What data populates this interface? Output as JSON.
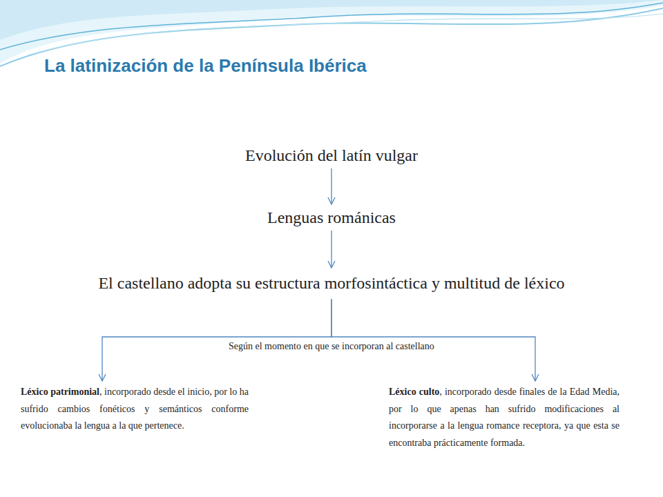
{
  "diagram": {
    "title": "La latinización de la Península Ibérica",
    "nodes": [
      {
        "text": [
          "Evolución del latín vulgar"
        ]
      },
      {
        "text": [
          "Lenguas románicas"
        ]
      },
      {
        "text": [
          "El castellano adopta su estructura morfosintáctica y multitud de léxico"
        ]
      },
      {
        "text": [
          "Léxico patrimonial",
          ", incorporado desde el inicio, por lo ha sufrido cambios fonéticos y semánticos conforme evolucionaba la lengua a la que pertenece."
        ]
      },
      {
        "text": [
          "Léxico culto",
          ", incorporado desde finales de la Edad Media, por lo que apenas han sufrido modificaciones al incorporarse a la lengua romance receptora, ya que esta se encontraba prácticamente formada."
        ]
      }
    ],
    "edges": [
      {
        "from": 0,
        "to": 1,
        "arrow": "to"
      },
      {
        "from": 1,
        "to": 2,
        "arrow": "to"
      },
      {
        "from": 2,
        "to": 3,
        "arrow": "to"
      },
      {
        "from": 2,
        "to": 4,
        "arrow": "to"
      }
    ],
    "labels": [
      "Según el momento en que se incorporan al castellano"
    ]
  }
}
